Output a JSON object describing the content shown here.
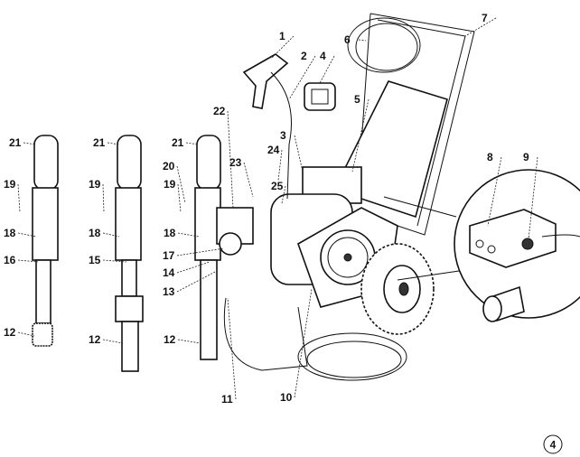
{
  "figure_number": "4",
  "labels": {
    "gun": "1",
    "hose_gun": "2",
    "frame_pump": "3",
    "switch_box": "4",
    "motor_box": "5",
    "hose_coil": "6",
    "handle": "7",
    "control_box": "8",
    "knob": "9",
    "fan_cover": "10",
    "return_hose": "11",
    "suction_a": "12",
    "suction_b": "12",
    "suction_c": "12",
    "pump_c": "13",
    "manometer_c": "14",
    "fitting_b": "15",
    "fitting_a": "16",
    "gauge_c": "17",
    "body_a": "18",
    "body_b": "18",
    "body_c": "18",
    "lever_a": "19",
    "lever_b": "19",
    "lever_c": "19",
    "lever2_c": "20",
    "cap_a": "21",
    "cap_b": "21",
    "cap_c": "21",
    "filter": "22",
    "bracket": "23",
    "valve": "24",
    "knob2": "25"
  }
}
